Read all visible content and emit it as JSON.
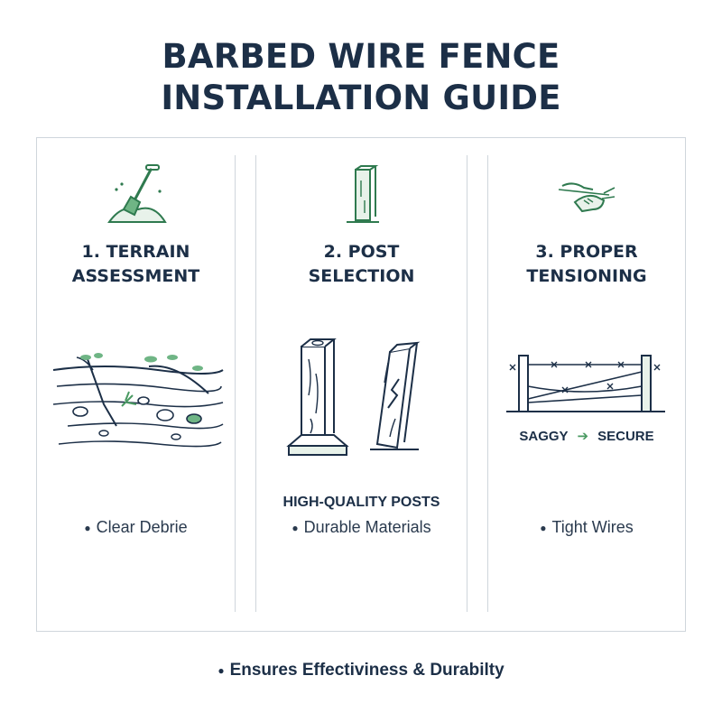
{
  "title": {
    "line1": "BARBED WIRE FENCE",
    "line2": "INSTALLATION GUIDE"
  },
  "steps": [
    {
      "heading_line1": "1. TERRAIN",
      "heading_line2": "ASSESSMENT",
      "icon": "shovel-icon",
      "illustration": "terrain-debris-illustration",
      "bullet": "Clear Debrie"
    },
    {
      "heading_line1": "2. POST",
      "heading_line2": "SELECTION",
      "icon": "wooden-post-icon",
      "illustration": "posts-comparison-illustration",
      "subheading": "HIGH-QUALITY POSTS",
      "bullet": "Durable Materials"
    },
    {
      "heading_line1": "3. PROPER",
      "heading_line2": "TENSIONING",
      "icon": "hands-pulling-wire-icon",
      "illustration": "wire-tension-illustration",
      "label_left": "SAGGY",
      "label_right": "SECURE",
      "bullet": "Tight Wires"
    }
  ],
  "footer": "Ensures Effectiviness & Durabilty",
  "colors": {
    "ink": "#1c2f47",
    "accent_green": "#4a9a62",
    "border": "#cfd6dc"
  }
}
